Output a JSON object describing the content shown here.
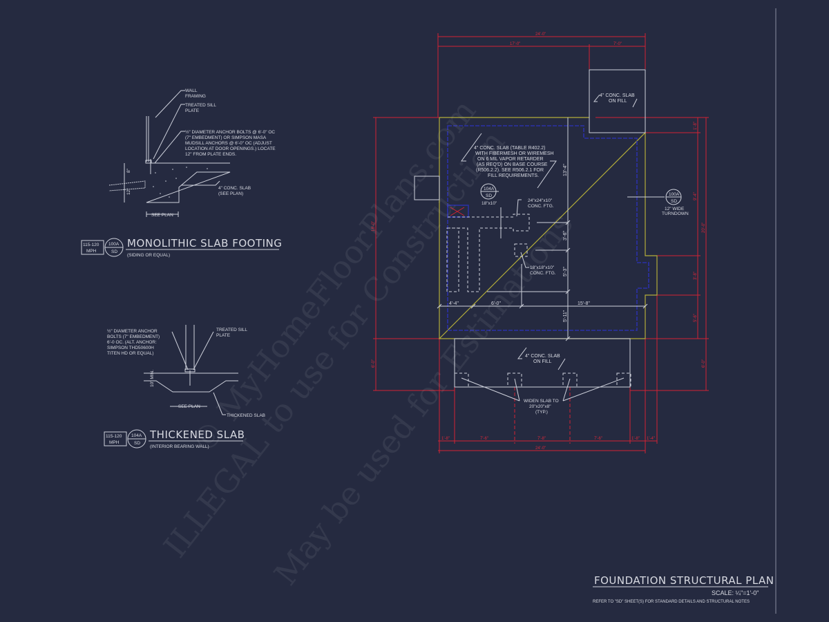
{
  "watermark": {
    "line1": "© MyHomeFloorPlans.com",
    "line2": "ILLEGAL to use for Construction",
    "line3": "May be used for Estimations"
  },
  "detail_monolithic": {
    "labels": {
      "wall_framing_1": "WALL",
      "wall_framing_2": "FRAMING",
      "sill_1": "TREATED SILL",
      "sill_2": "PLATE",
      "anchor_1": "½\" DIAMETER ANCHOR BOLTS @ 6'-0\" OC",
      "anchor_2": "(7\" EMBEDMENT) OR SIMPSON MASA",
      "anchor_3": "MUDSILL ANCHORS @ 6'-0\" OC (ADJUST",
      "anchor_4": "LOCATION AT DOOR OPENINGS.)  LOCATE",
      "anchor_5": "12\" FROM PLATE ENDS.",
      "slab_1": "4\" CONC. SLAB",
      "slab_2": "(SEE PLAN)",
      "see_plan": "SEE PLAN",
      "dim_a": "8\"",
      "dim_b": "12\""
    },
    "wind_1": "115-120",
    "wind_2": "MPH",
    "ref_top": "100A",
    "ref_bottom": "SD",
    "title": "MONOLITHIC SLAB FOOTING",
    "subtitle": "(SIDING OR EQUAL)"
  },
  "detail_thickened": {
    "labels": {
      "anchor_1": "½\" DIAMETER ANCHOR",
      "anchor_2": "BOLTS (7\" EMBEDMENT)",
      "anchor_3": "6'-0 OC. (ALT. ANCHOR:",
      "anchor_4": "SIMPSON THD50600H",
      "anchor_5": "TITEN HD OR EQUAL)",
      "sill_1": "TREATED SILL",
      "sill_2": "PLATE",
      "see_plan": "SEE PLAN",
      "thickened": "THICKENED SLAB",
      "dim": "10\" MIN."
    },
    "wind_1": "115-120",
    "wind_2": "MPH",
    "ref_top": "104A",
    "ref_bottom": "SD",
    "title": "THICKENED SLAB",
    "subtitle": "(INTERIOR BEARING WALL)"
  },
  "plan": {
    "notes": {
      "slab_fill_top_1": "4\" CONC. SLAB",
      "slab_fill_top_2": "ON FILL",
      "main_slab_1": "4\" CONC. SLAB (TABLE R402.2)",
      "main_slab_2": "WITH FIBERMESH OR WIREMESH",
      "main_slab_3": "ON 6 MIL VAPOR RETARDER",
      "main_slab_4": "(AS REQ'D) ON BASE COURSE",
      "main_slab_5": "(R506.2.2). SEE R506.2.1 FOR",
      "main_slab_6": "FILL REQUIREMENTS.",
      "ref104_top": "104A",
      "ref104_bottom": "SD",
      "ref104_size": "18\"x10\"",
      "ftg24_1": "24\"x24\"x10\"",
      "ftg24_2": "CONC. FTG.",
      "ftg18_1": "18\"x18\"x10\"",
      "ftg18_2": "CONC. FTG.",
      "ref100_top": "100A",
      "ref100_bottom": "SD",
      "turndown_1": "12\" WIDE",
      "turndown_2": "TURNDOWN",
      "porch_slab_1": "4\" CONC. SLAB",
      "porch_slab_2": "ON FILL",
      "widen_1": "WIDEN SLAB TO",
      "widen_2": "20\"x20\"x8\"",
      "widen_3": "(TYP.)"
    },
    "interior_dims": {
      "d1": "4'-4\"",
      "d2": "6'-0\"",
      "d3": "15'-8\"",
      "v1": "13'-4\"",
      "v2": "3'-6\"",
      "v3": "5'-3\"",
      "v4": "5'-11\""
    },
    "red_dims": {
      "top_total": "24'-0\"",
      "top_a": "17'-0\"",
      "top_b": "7'-0\"",
      "left_a": "18'-0\"",
      "left_b": "6'-0\"",
      "right_a": "1'-8\"",
      "right_b": "9'-4\"",
      "right_c": "3'-8\"",
      "right_d": "5'-6\"",
      "right_total": "20'-0\"",
      "right_porch": "6'-0\"",
      "bottom_a": "1'-8\"",
      "bottom_b": "7'-6\"",
      "bottom_c": "7'-8\"",
      "bottom_d": "7'-6\"",
      "bottom_e": "1'-8\"",
      "bottom_f": "1'-4\"",
      "bottom_total": "24'-0\""
    }
  },
  "title_block": {
    "title": "FOUNDATION STRUCTURAL PLAN",
    "scale": "SCALE: ¼\"=1'-0\"",
    "note": "REFER TO \"SD\" SHEET(S) FOR STANDARD DETAILS AND STRUCTURAL NOTES"
  }
}
